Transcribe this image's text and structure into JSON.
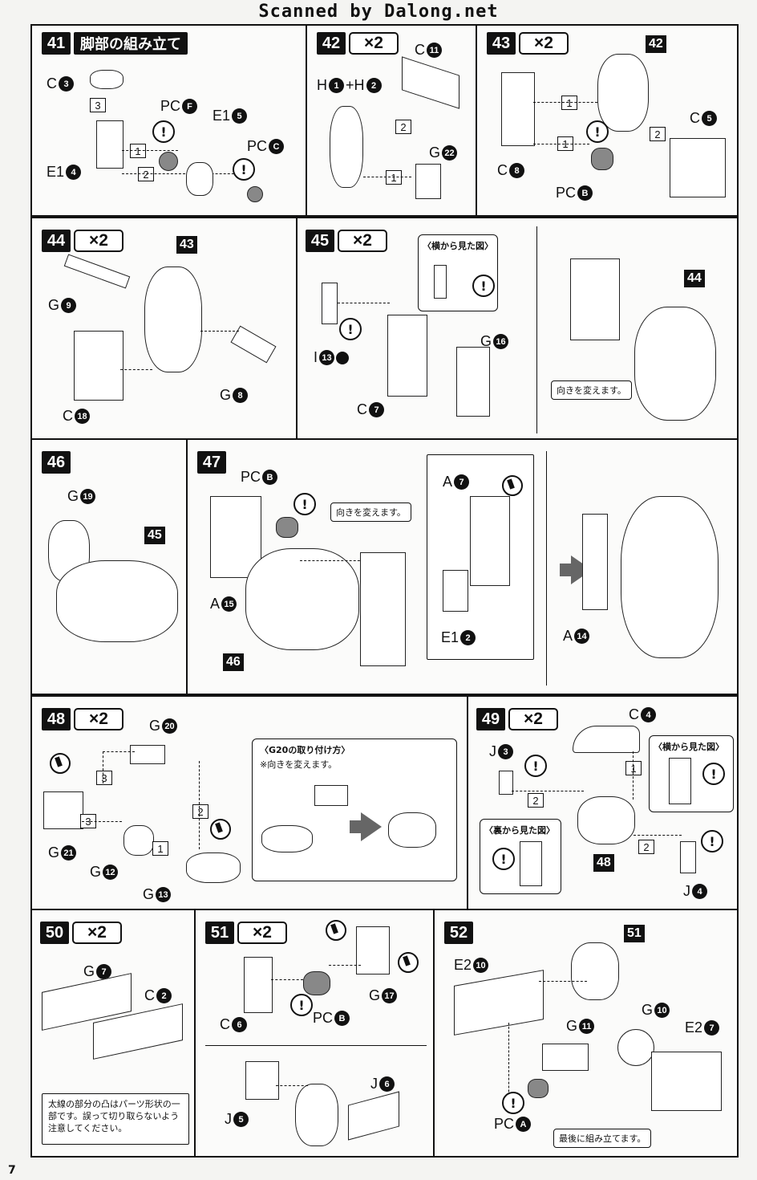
{
  "watermark": "Scanned by Dalong.net",
  "page_number": "7",
  "steps": {
    "s41": {
      "num": "41",
      "title": "脚部の組み立て"
    },
    "s42": {
      "num": "42",
      "mult": "×2"
    },
    "s43": {
      "num": "43",
      "mult": "×2"
    },
    "s44": {
      "num": "44",
      "mult": "×2"
    },
    "s45": {
      "num": "45",
      "mult": "×2",
      "side_view": "〈横から見た図〉",
      "rotate_note": "向きを変えます。"
    },
    "s46": {
      "num": "46"
    },
    "s47": {
      "num": "47",
      "rotate_note": "向きを変えます。"
    },
    "s48": {
      "num": "48",
      "mult": "×2",
      "howto_title": "〈G20の取り付け方〉",
      "howto_sub": "※向きを変えます。"
    },
    "s49": {
      "num": "49",
      "mult": "×2",
      "side_view": "〈横から見た図〉",
      "back_view": "〈裏から見た図〉"
    },
    "s50": {
      "num": "50",
      "mult": "×2",
      "note": "太線の部分の凸はパーツ形状の一部です。誤って切り取らないよう注意してください。"
    },
    "s51": {
      "num": "51",
      "mult": "×2"
    },
    "s52": {
      "num": "52",
      "final_note": "最後に組み立てます。"
    }
  },
  "labels": {
    "l41_c3": {
      "ltr": "C",
      "n": "3"
    },
    "l41_e1_4": {
      "ltr": "E1",
      "n": "4"
    },
    "l41_pcf": {
      "ltr": "PC",
      "n": "F"
    },
    "l41_e1_5": {
      "ltr": "E1",
      "n": "5"
    },
    "l41_pcc": {
      "ltr": "PC",
      "n": "C"
    },
    "l42_h1": {
      "ltr": "H",
      "n": "1"
    },
    "l42_h2": {
      "ltr": "+H",
      "n": "2"
    },
    "l42_c11": {
      "ltr": "C",
      "n": "11"
    },
    "l42_g22": {
      "ltr": "G",
      "n": "22"
    },
    "l43_c8": {
      "ltr": "C",
      "n": "8"
    },
    "l43_pcb": {
      "ltr": "PC",
      "n": "B"
    },
    "l43_c5": {
      "ltr": "C",
      "n": "5"
    },
    "l44_g9": {
      "ltr": "G",
      "n": "9"
    },
    "l44_c18": {
      "ltr": "C",
      "n": "18"
    },
    "l44_g8": {
      "ltr": "G",
      "n": "8"
    },
    "l45_i13": {
      "ltr": "I",
      "n": "13"
    },
    "l45_c7": {
      "ltr": "C",
      "n": "7"
    },
    "l45_g16": {
      "ltr": "G",
      "n": "16"
    },
    "l46_g19": {
      "ltr": "G",
      "n": "19"
    },
    "l47_pcb": {
      "ltr": "PC",
      "n": "B"
    },
    "l47_a15": {
      "ltr": "A",
      "n": "15"
    },
    "l47_a7": {
      "ltr": "A",
      "n": "7"
    },
    "l47_e1_2": {
      "ltr": "E1",
      "n": "2"
    },
    "l47_a14": {
      "ltr": "A",
      "n": "14"
    },
    "l48_g20": {
      "ltr": "G",
      "n": "20"
    },
    "l48_g21": {
      "ltr": "G",
      "n": "21"
    },
    "l48_g12": {
      "ltr": "G",
      "n": "12"
    },
    "l48_g13": {
      "ltr": "G",
      "n": "13"
    },
    "l49_c4": {
      "ltr": "C",
      "n": "4"
    },
    "l49_j3": {
      "ltr": "J",
      "n": "3"
    },
    "l49_j4": {
      "ltr": "J",
      "n": "4"
    },
    "l50_g7": {
      "ltr": "G",
      "n": "7"
    },
    "l50_c2": {
      "ltr": "C",
      "n": "2"
    },
    "l51_c6": {
      "ltr": "C",
      "n": "6"
    },
    "l51_pcb": {
      "ltr": "PC",
      "n": "B"
    },
    "l51_g17": {
      "ltr": "G",
      "n": "17"
    },
    "l51_j5": {
      "ltr": "J",
      "n": "5"
    },
    "l51_j6": {
      "ltr": "J",
      "n": "6"
    },
    "l52_e2_10": {
      "ltr": "E2",
      "n": "10"
    },
    "l52_g11": {
      "ltr": "G",
      "n": "11"
    },
    "l52_g10": {
      "ltr": "G",
      "n": "10"
    },
    "l52_e2_7": {
      "ltr": "E2",
      "n": "7"
    },
    "l52_pca": {
      "ltr": "PC",
      "n": "A"
    }
  },
  "refs": {
    "r43_42": "42",
    "r44_43": "43",
    "r45_44": "44",
    "r46_45": "45",
    "r47_46": "46",
    "r49_48": "48",
    "r52_51": "51"
  },
  "order": {
    "one": "1",
    "two": "2",
    "three": "3"
  },
  "icons": {
    "warning": "warning-icon",
    "cut": "cut-icon",
    "arrow": "arrow-right-icon"
  }
}
